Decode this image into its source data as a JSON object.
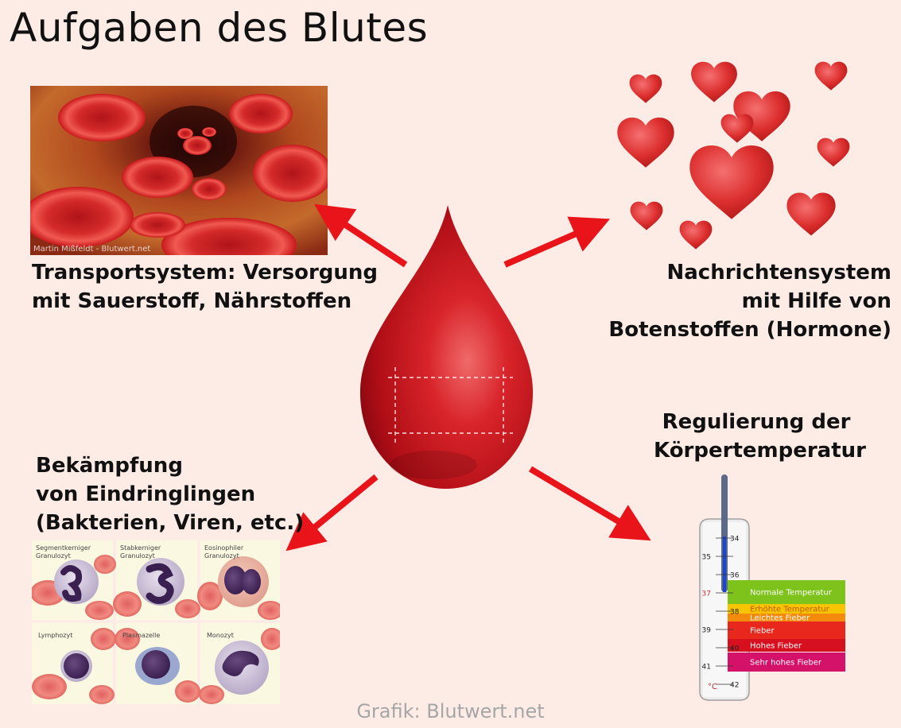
{
  "title": "Aufgaben des Blutes",
  "functions": {
    "transport": {
      "lines": [
        "Transportsystem: Versorgung",
        "mit Sauerstoff, Nährstoffen"
      ],
      "photo_credit": "Martin Mißfeldt - Blutwert.net"
    },
    "news": {
      "lines": [
        "Nachrichtensystem",
        "mit Hilfe von",
        "Botenstoffen (Hormone)"
      ]
    },
    "defense": {
      "lines": [
        "Bekämpfung",
        "von Eindringlingen",
        "(Bakterien, Viren, etc.)"
      ]
    },
    "temperature": {
      "lines": [
        "Regulierung der",
        "Körpertemperatur"
      ]
    }
  },
  "cells": [
    {
      "label1": "Segmentkerniger",
      "label2": "Granulozyt"
    },
    {
      "label1": "Stabkerniger",
      "label2": "Granulozyt"
    },
    {
      "label1": "Eosinophiler",
      "label2": "Granulozyt"
    },
    {
      "label1": "Lymphozyt",
      "label2": ""
    },
    {
      "label1": "Plasmazelle",
      "label2": ""
    },
    {
      "label1": "Monozyt",
      "label2": ""
    }
  ],
  "thermometer": {
    "unit": "°C",
    "ticks": [
      "34",
      "35",
      "36",
      "37",
      "38",
      "39",
      "40",
      "41",
      "42"
    ],
    "bands": [
      {
        "label": "Normale Temperatur",
        "color": "#7dc31c"
      },
      {
        "label": "Erhöhte Temperatur",
        "color": "#f7c400"
      },
      {
        "label": "Leichtes Fieber",
        "color": "#f48a0c"
      },
      {
        "label": "Fieber",
        "color": "#e8281c"
      },
      {
        "label": "Hohes Fieber",
        "color": "#d6101e"
      },
      {
        "label": "Sehr hohes Fieber",
        "color": "#d4126a"
      }
    ]
  },
  "credit": "Grafik: Blutwert.net",
  "colors": {
    "background": "#fdebe6",
    "arrow": "#e8141a",
    "blood": "#c8101a"
  }
}
